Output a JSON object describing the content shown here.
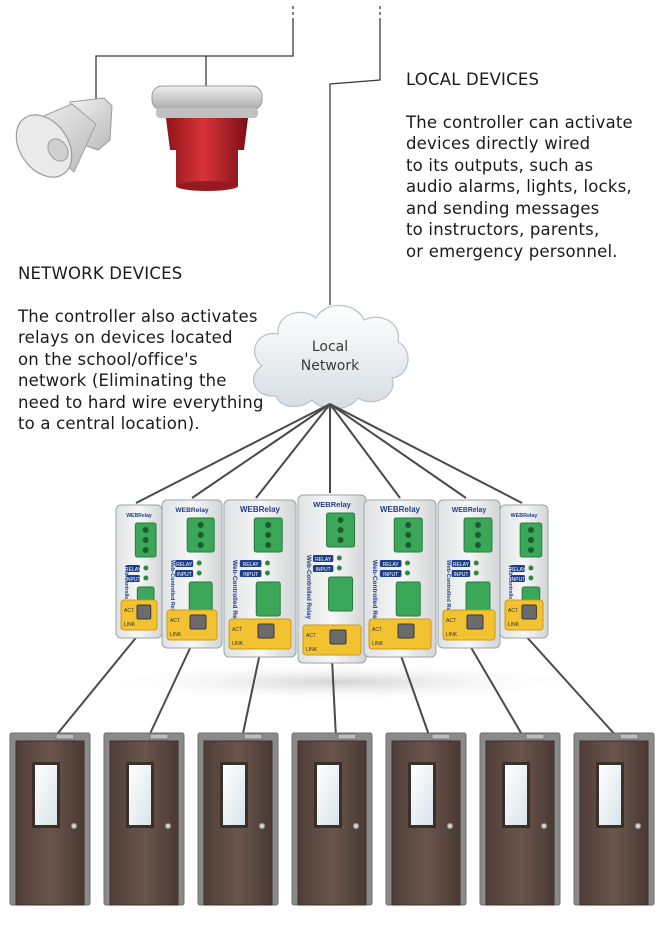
{
  "local_devices": {
    "heading": "LOCAL DEVICES",
    "lines": [
      "The controller can activate",
      "devices directly wired",
      "to its outputs, such as",
      "audio alarms, lights, locks,",
      "and sending messages",
      "to instructors, parents,",
      "or emergency personnel."
    ]
  },
  "network_devices": {
    "heading": "NETWORK DEVICES",
    "lines": [
      "The controller also activates",
      "relays on devices located",
      "on the school/office's",
      "network (Eliminating the",
      "need to hard wire everything",
      "to a central location)."
    ]
  },
  "cloud": {
    "line1": "Local",
    "line2": "Network"
  },
  "device_labels": {
    "brand": "WEBRelay",
    "product": "Web-Controlled Relay",
    "relay": "RELAY",
    "input": "INPUT",
    "act": "ACT",
    "link": "LINK"
  },
  "colors": {
    "line": "#5a5a5a",
    "siren_red": "#c8252d",
    "terminal_green": "#3aa858",
    "port_yellow": "#f2c230",
    "door_brown": "#5e4a42",
    "door_frame": "#8a8a8a"
  }
}
